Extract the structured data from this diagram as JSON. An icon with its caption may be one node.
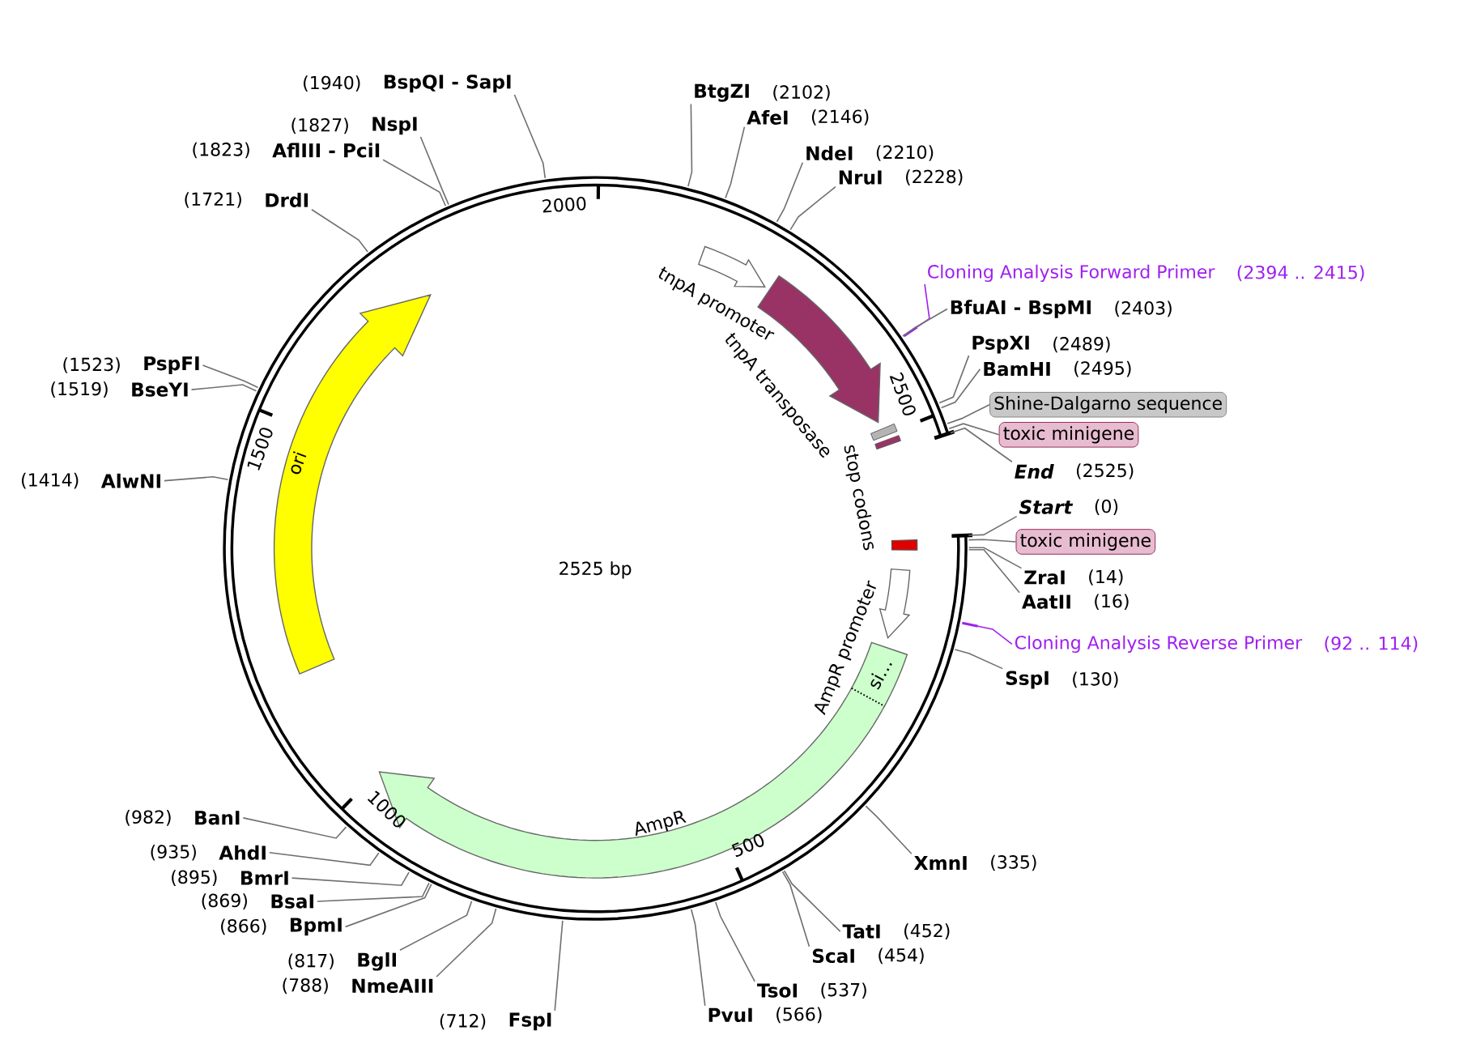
{
  "diagram": {
    "nodes": [
      {
        "text": [
          "BspQI - SapI"
        ],
        "beside": [
          "(1940)"
        ]
      },
      {
        "text": [
          "BtgZI"
        ],
        "beside": [
          "(2102)"
        ]
      },
      {
        "text": [
          "NspI"
        ],
        "beside": [
          "(1827)"
        ]
      },
      {
        "text": [
          "AfeI"
        ],
        "beside": [
          "(2146)"
        ]
      },
      {
        "text": [
          "AflIII - PciI"
        ],
        "beside": [
          "(1823)"
        ]
      },
      {
        "text": [
          "NdeI"
        ],
        "beside": [
          "(2210)"
        ]
      },
      {
        "text": [
          "NruI"
        ],
        "beside": [
          "(2228)"
        ]
      },
      {
        "text": [
          "DrdI"
        ],
        "beside": [
          "(1721)"
        ]
      },
      {
        "text": [
          "Cloning Analysis Forward Primer"
        ],
        "beside": [
          "(2394 .. 2415)"
        ]
      },
      {
        "text": [
          "BfuAI - BspMI"
        ],
        "beside": [
          "(2403)"
        ]
      },
      {
        "text": [
          "PspXI"
        ],
        "beside": [
          "(2489)"
        ]
      },
      {
        "text": [
          "PspFI"
        ],
        "beside": [
          "(1523)"
        ]
      },
      {
        "text": [
          "BamHI"
        ],
        "beside": [
          "(2495)"
        ]
      },
      {
        "text": [
          "BseYI"
        ],
        "beside": [
          "(1519)"
        ]
      },
      {
        "text": [
          "Shine-Dalgarno sequence"
        ]
      },
      {
        "text": [
          "toxic minigene"
        ]
      },
      {
        "text": [
          "End"
        ],
        "beside": [
          "(2525)"
        ]
      },
      {
        "text": [
          "AlwNI"
        ],
        "beside": [
          "(1414)"
        ]
      },
      {
        "text": [
          "Start"
        ],
        "beside": [
          "(0)"
        ]
      },
      {
        "text": [
          "toxic minigene"
        ]
      },
      {
        "text": [
          "ZraI"
        ],
        "beside": [
          "(14)"
        ]
      },
      {
        "text": [
          "AatII"
        ],
        "beside": [
          "(16)"
        ]
      },
      {
        "text": [
          "Cloning Analysis Reverse Primer"
        ],
        "beside": [
          "(92 .. 114)"
        ]
      },
      {
        "text": [
          "SspI"
        ],
        "beside": [
          "(130)"
        ]
      },
      {
        "text": [
          "BanI"
        ],
        "beside": [
          "(982)"
        ]
      },
      {
        "text": [
          "AhdI"
        ],
        "beside": [
          "(935)"
        ]
      },
      {
        "text": [
          "XmnI"
        ],
        "beside": [
          "(335)"
        ]
      },
      {
        "text": [
          "BmrI"
        ],
        "beside": [
          "(895)"
        ]
      },
      {
        "text": [
          "BsaI"
        ],
        "beside": [
          "(869)"
        ]
      },
      {
        "text": [
          "BpmI"
        ],
        "beside": [
          "(866)"
        ]
      },
      {
        "text": [
          "TatI"
        ],
        "beside": [
          "(452)"
        ]
      },
      {
        "text": [
          "ScaI"
        ],
        "beside": [
          "(454)"
        ]
      },
      {
        "text": [
          "BglI"
        ],
        "beside": [
          "(817)"
        ]
      },
      {
        "text": [
          "NmeAIII"
        ],
        "beside": [
          "(788)"
        ]
      },
      {
        "text": [
          "TsoI"
        ],
        "beside": [
          "(537)"
        ]
      },
      {
        "text": [
          "PvuI"
        ],
        "beside": [
          "(566)"
        ]
      },
      {
        "text": [
          "FspI"
        ],
        "beside": [
          "(712)"
        ]
      },
      {
        "text": [
          "tnpA promoter"
        ]
      },
      {
        "text": [
          "tnpA transposase"
        ]
      },
      {
        "text": [
          "ori"
        ]
      },
      {
        "text": [
          "stop codons"
        ]
      },
      {
        "text": [
          "AmpR promoter"
        ]
      },
      {
        "text": [
          "AmpR"
        ]
      },
      {
        "text": [
          "si…"
        ],
        "in": 42
      }
    ],
    "edges": [
      {
        "from": 0,
        "to": null,
        "arrow": "none"
      },
      {
        "from": 1,
        "to": null,
        "arrow": "none"
      },
      {
        "from": 2,
        "to": null,
        "arrow": "none"
      },
      {
        "from": 3,
        "to": null,
        "arrow": "none"
      },
      {
        "from": 4,
        "to": null,
        "arrow": "none"
      },
      {
        "from": 5,
        "to": null,
        "arrow": "none"
      },
      {
        "from": 6,
        "to": null,
        "arrow": "none"
      },
      {
        "from": 7,
        "to": null,
        "arrow": "none"
      },
      {
        "from": 8,
        "to": null,
        "arrow": "none",
        "color": "#a020f0"
      },
      {
        "from": 9,
        "to": null,
        "arrow": "none"
      },
      {
        "from": 10,
        "to": null,
        "arrow": "none"
      },
      {
        "from": 11,
        "to": null,
        "arrow": "none"
      },
      {
        "from": 12,
        "to": null,
        "arrow": "none"
      },
      {
        "from": 13,
        "to": null,
        "arrow": "none"
      },
      {
        "from": 14,
        "to": null,
        "arrow": "none"
      },
      {
        "from": 15,
        "to": null,
        "arrow": "none"
      },
      {
        "from": 16,
        "to": null,
        "arrow": "none"
      },
      {
        "from": 17,
        "to": null,
        "arrow": "none"
      },
      {
        "from": 18,
        "to": null,
        "arrow": "none"
      },
      {
        "from": 19,
        "to": null,
        "arrow": "none"
      },
      {
        "from": 20,
        "to": null,
        "arrow": "none"
      },
      {
        "from": 21,
        "to": null,
        "arrow": "none"
      },
      {
        "from": 22,
        "to": null,
        "arrow": "none",
        "color": "#a020f0"
      },
      {
        "from": 23,
        "to": null,
        "arrow": "none"
      },
      {
        "from": 24,
        "to": null,
        "arrow": "none"
      },
      {
        "from": 25,
        "to": null,
        "arrow": "none"
      },
      {
        "from": 26,
        "to": null,
        "arrow": "none"
      },
      {
        "from": 27,
        "to": null,
        "arrow": "none"
      },
      {
        "from": 28,
        "to": null,
        "arrow": "none"
      },
      {
        "from": 29,
        "to": null,
        "arrow": "none"
      },
      {
        "from": 30,
        "to": null,
        "arrow": "none"
      },
      {
        "from": 31,
        "to": null,
        "arrow": "none"
      },
      {
        "from": 32,
        "to": null,
        "arrow": "none"
      },
      {
        "from": 33,
        "to": null,
        "arrow": "none"
      },
      {
        "from": 34,
        "to": null,
        "arrow": "none"
      },
      {
        "from": 35,
        "to": null,
        "arrow": "none"
      },
      {
        "from": 36,
        "to": null,
        "arrow": "none"
      }
    ],
    "labels": [
      "2000",
      "2500",
      "1500",
      "2525 bp",
      "1000",
      "500"
    ]
  }
}
